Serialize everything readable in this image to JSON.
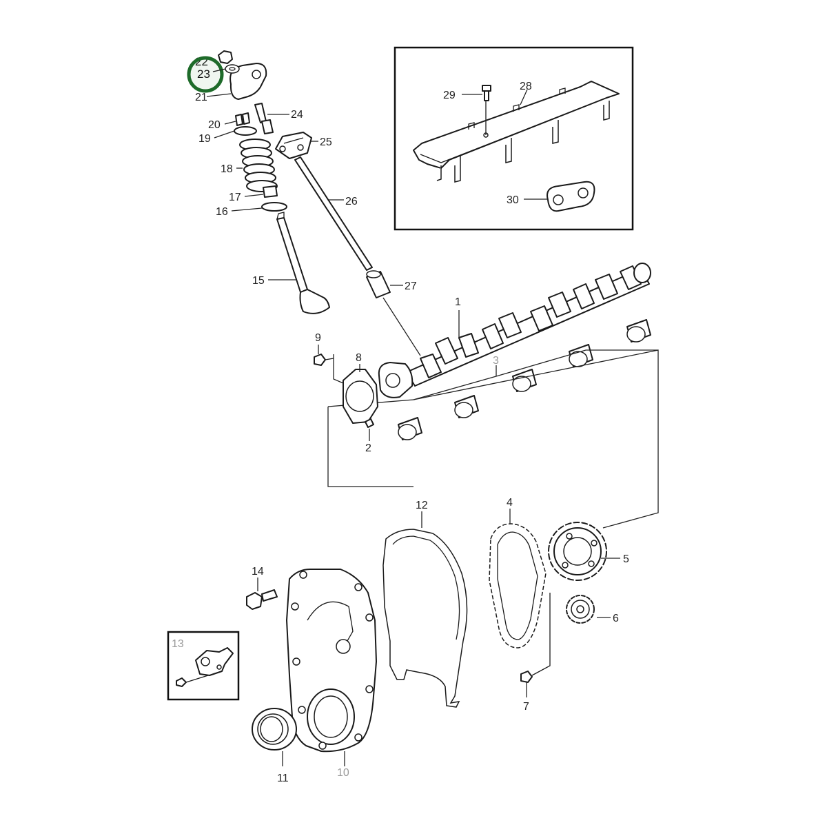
{
  "callouts": {
    "c1": "1",
    "c2": "2",
    "c3": "3",
    "c4": "4",
    "c5": "5",
    "c6": "6",
    "c7": "7",
    "c8": "8",
    "c9": "9",
    "c10": "10",
    "c11": "11",
    "c12": "12",
    "c13": "13",
    "c14": "14",
    "c15": "15",
    "c16": "16",
    "c17": "17",
    "c18": "18",
    "c19": "19",
    "c20": "20",
    "c21": "21",
    "c22": "22",
    "c23": "23",
    "c24": "24",
    "c25": "25",
    "c26": "26",
    "c27": "27",
    "c28": "28",
    "c29": "29",
    "c30": "30"
  },
  "highlight": {
    "selected_part": "23"
  },
  "colors": {
    "highlight": "#1e6b2a",
    "line": "#1a1a1a",
    "muted_label": "#9a9a9a"
  }
}
